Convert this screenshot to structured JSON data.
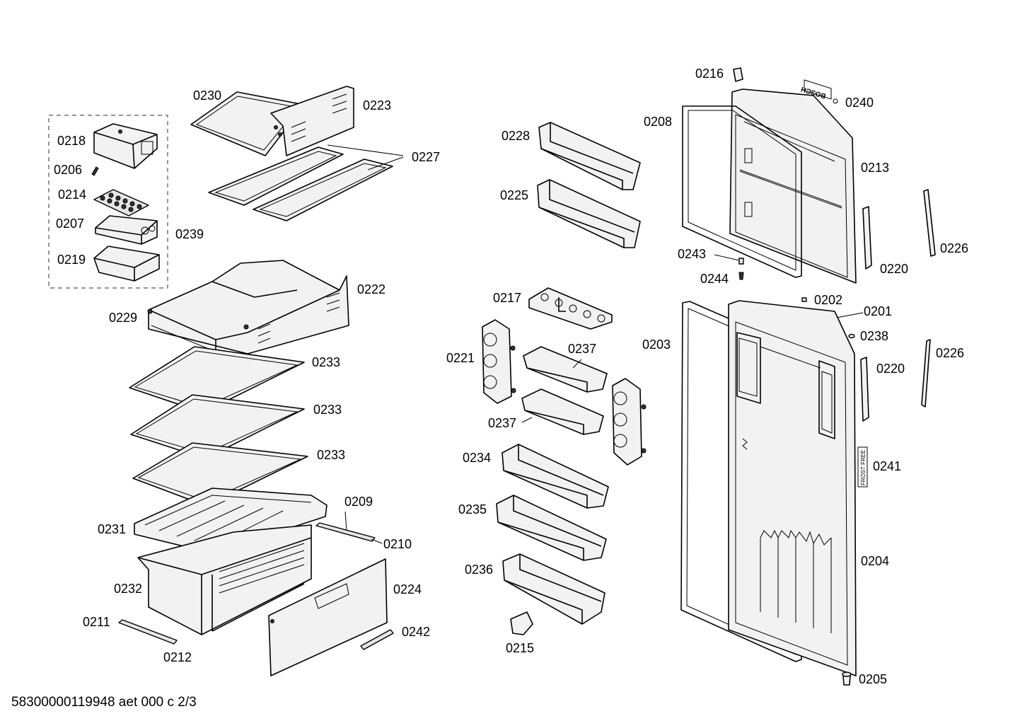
{
  "footer": "58300000119948 aet 000 c 2/3",
  "brand_text": "BOSCH",
  "frost_free_text": "FROST FREE",
  "labels": {
    "p0230": "0230",
    "p0223": "0223",
    "p0227": "0227",
    "p0218": "0218",
    "p0206": "0206",
    "p0214": "0214",
    "p0207": "0207",
    "p0239": "0239",
    "p0219": "0219",
    "p0222": "0222",
    "p0229": "0229",
    "p0233a": "0233",
    "p0233b": "0233",
    "p0233c": "0233",
    "p0209": "0209",
    "p0231": "0231",
    "p0210": "0210",
    "p0232": "0232",
    "p0224": "0224",
    "p0211": "0211",
    "p0242": "0242",
    "p0212": "0212",
    "p0228": "0228",
    "p0225": "0225",
    "p0217": "0217",
    "p0221": "0221",
    "p0237a": "0237",
    "p0237b": "0237",
    "p0234": "0234",
    "p0235": "0235",
    "p0236": "0236",
    "p0215": "0215",
    "p0216": "0216",
    "p0240": "0240",
    "p0208": "0208",
    "p0213": "0213",
    "p0226a": "0226",
    "p0243": "0243",
    "p0220a": "0220",
    "p0244": "0244",
    "p0202": "0202",
    "p0201": "0201",
    "p0238": "0238",
    "p0203": "0203",
    "p0226b": "0226",
    "p0220b": "0220",
    "p0241": "0241",
    "p0204": "0204",
    "p0205": "0205"
  }
}
